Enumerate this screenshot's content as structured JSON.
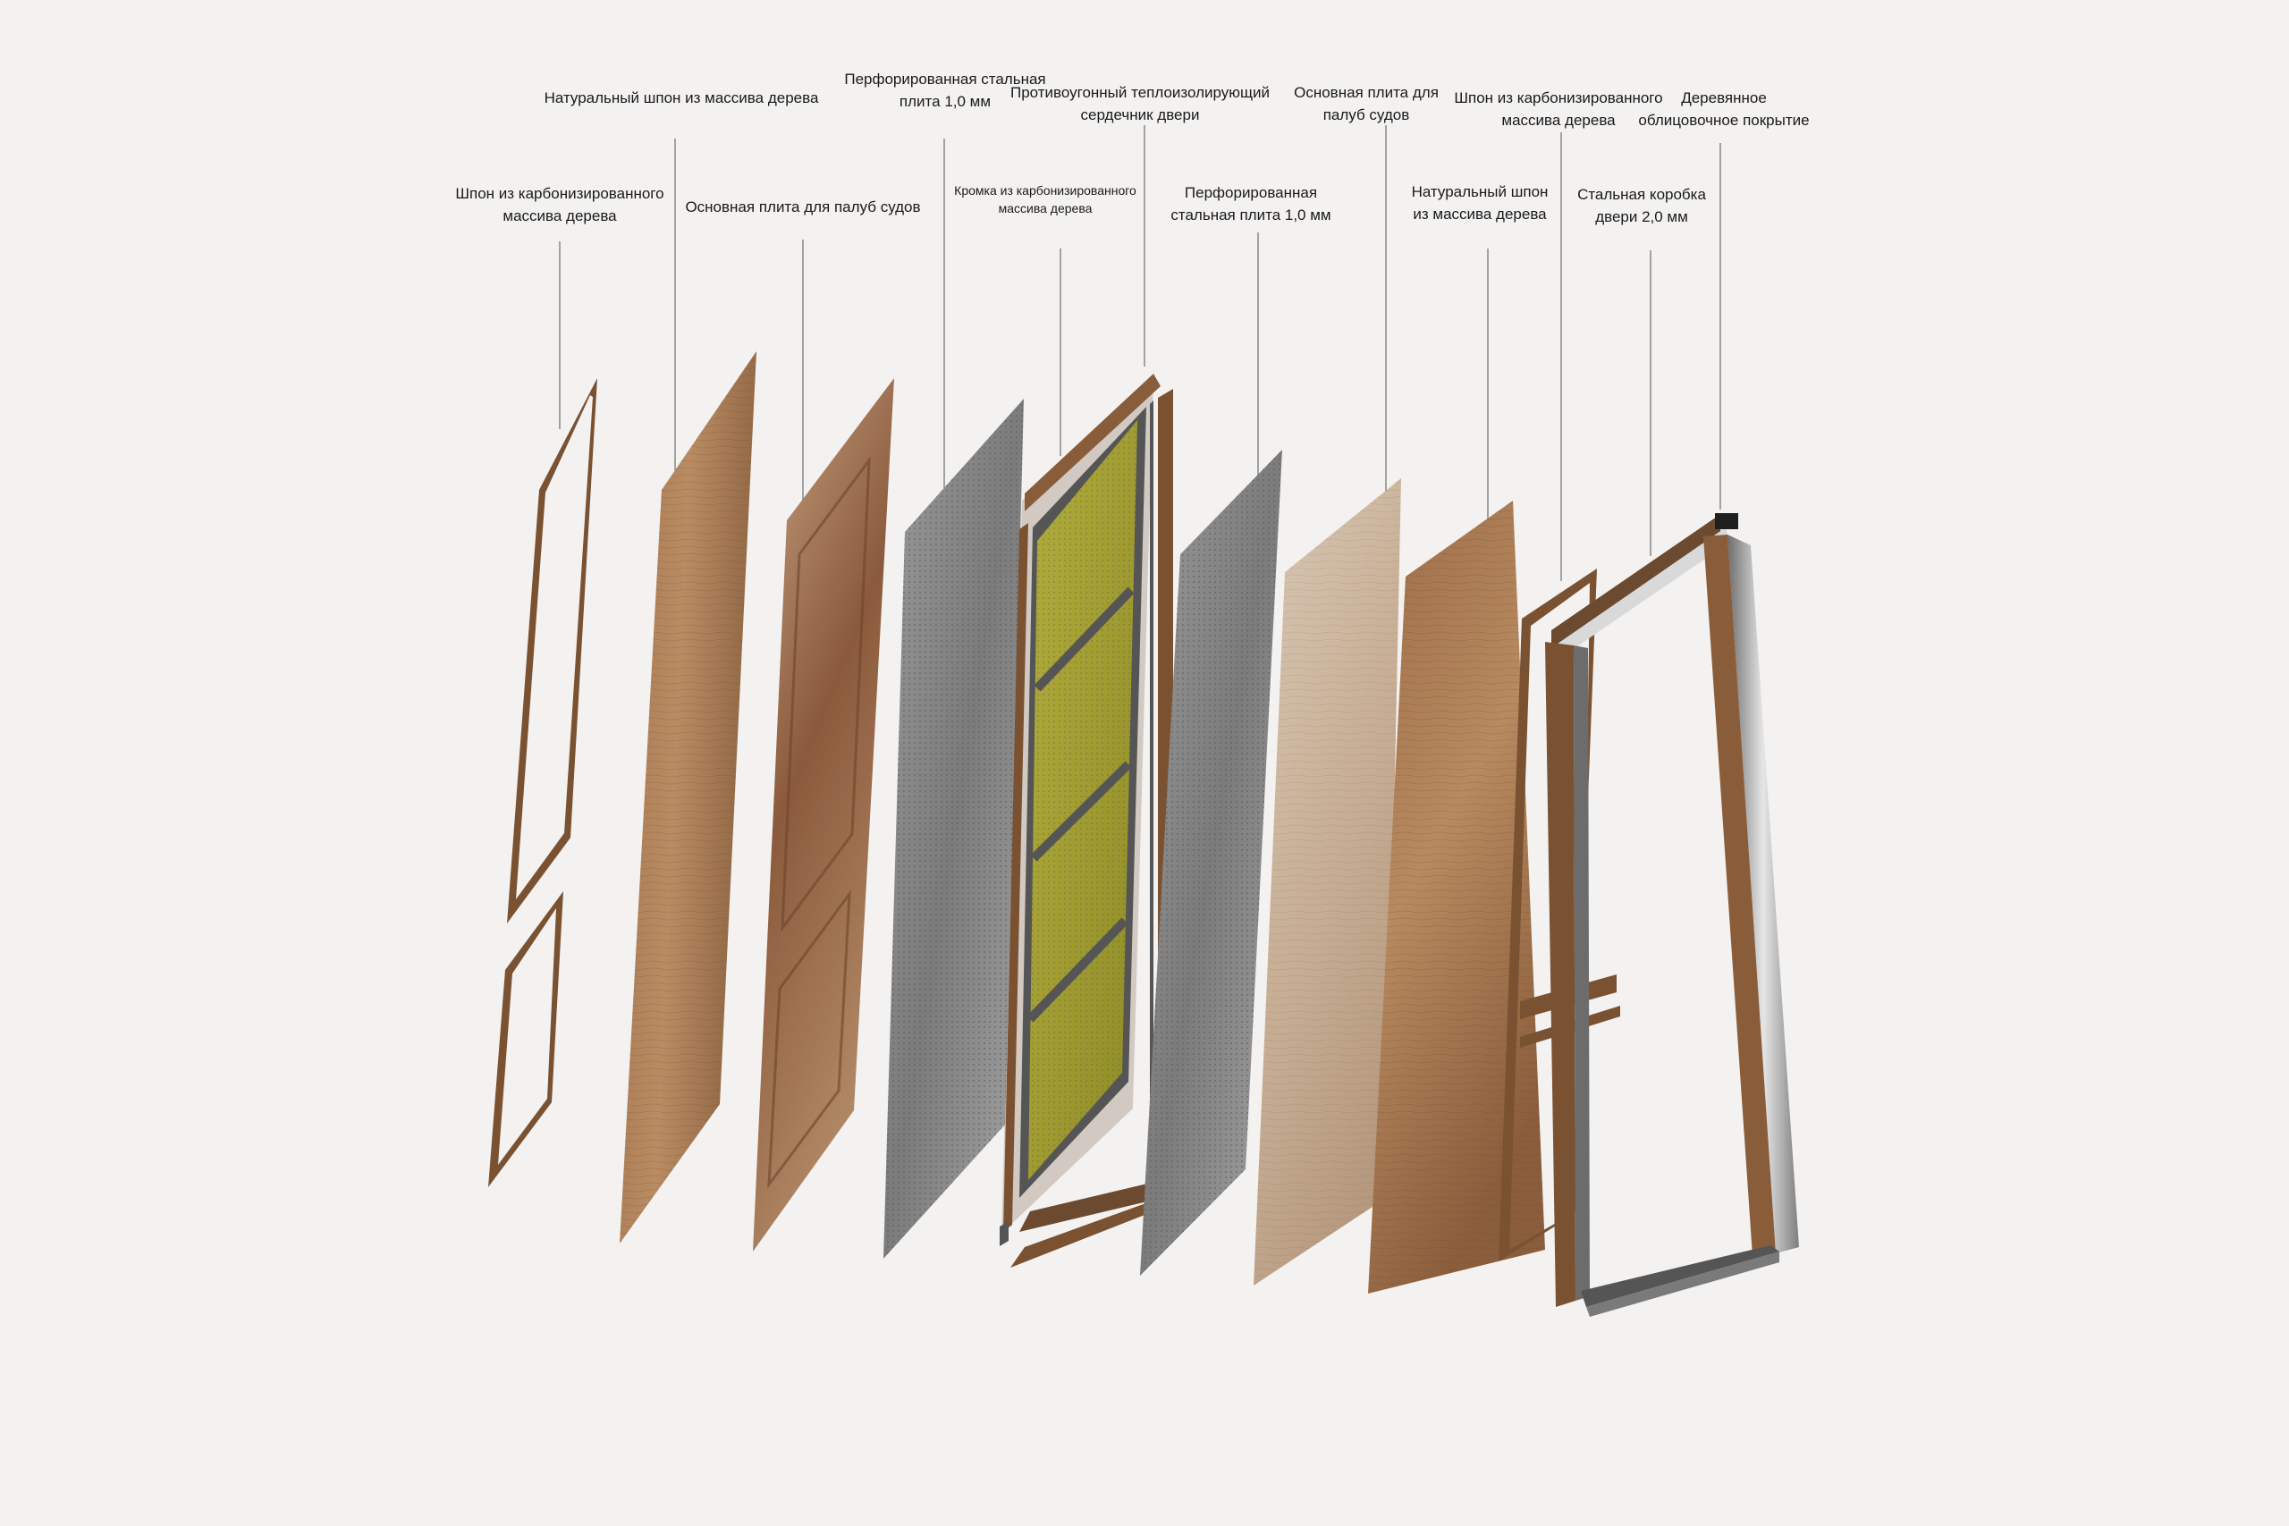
{
  "labels": {
    "carbon_veneer_frame_left": {
      "line1": "Шпон из карбонизированного",
      "line2": "массива дерева"
    },
    "natural_veneer_left": {
      "line1": "Натуральный шпон из массива дерева"
    },
    "deck_board_left": {
      "line1": "Основная плита для палуб судов"
    },
    "perforated_steel_left": {
      "line1": "Перфорированная стальная",
      "line2": "плита 1,0 мм"
    },
    "carbon_edge": {
      "line1": "Кромка из карбонизированного",
      "line2": "массива дерева"
    },
    "core": {
      "line1": "Противоугонный теплоизолирующий",
      "line2": "сердечник двери"
    },
    "perforated_steel_right": {
      "line1": "Перфорированная",
      "line2": "стальная плита 1,0 мм"
    },
    "deck_board_right": {
      "line1": "Основная плита для",
      "line2": "палуб судов"
    },
    "natural_veneer_right": {
      "line1": "Натуральный шпон",
      "line2": "из массива дерева"
    },
    "carbon_veneer_frame_right": {
      "line1": "Шпон из карбонизированного",
      "line2": "массива дерева"
    },
    "wood_cladding": {
      "line1": "Деревянное",
      "line2": "облицовочное покрытие"
    },
    "steel_box": {
      "line1": "Стальная коробка",
      "line2": "двери 2,0 мм"
    }
  },
  "colors": {
    "background": "#f3f2f1",
    "wood_dark": "#7a5232",
    "wood_light": "#c9a887",
    "steel": "#8e8e8e",
    "core_yellow": "#a7a336",
    "leader_line": "#777777"
  }
}
